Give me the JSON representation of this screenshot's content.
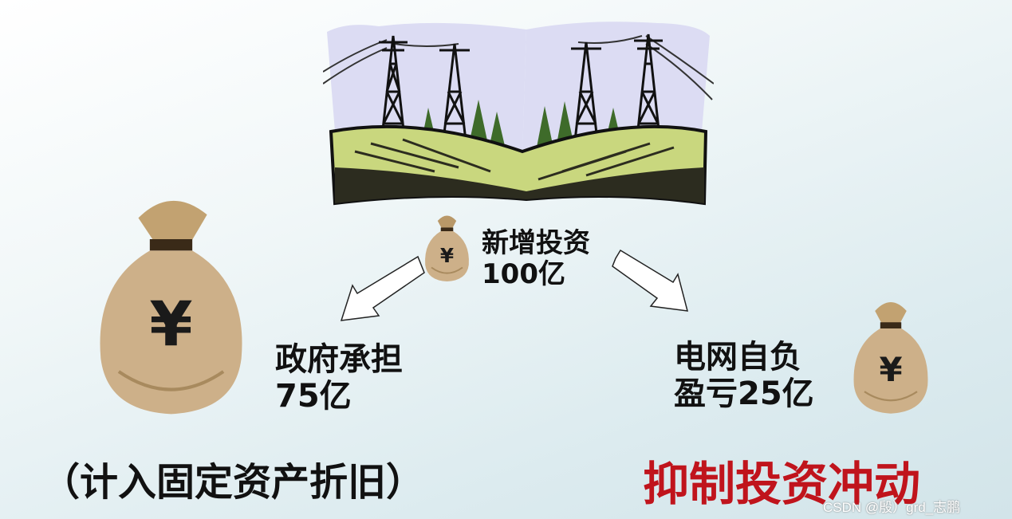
{
  "labels": {
    "new_investment": [
      "新增投资",
      "100亿"
    ],
    "government": [
      "政府承担",
      "75亿"
    ],
    "grid": [
      "电网自负",
      "盈亏25亿"
    ]
  },
  "bottom": {
    "left_note": "（计入固定资产折旧）",
    "right_note": "抑制投资冲动"
  },
  "bag_symbol": "¥",
  "watermark": "CSDN @殷）grd_志鹏",
  "colors": {
    "highlight_red": "#c0141c",
    "bag": "#cdb089"
  }
}
